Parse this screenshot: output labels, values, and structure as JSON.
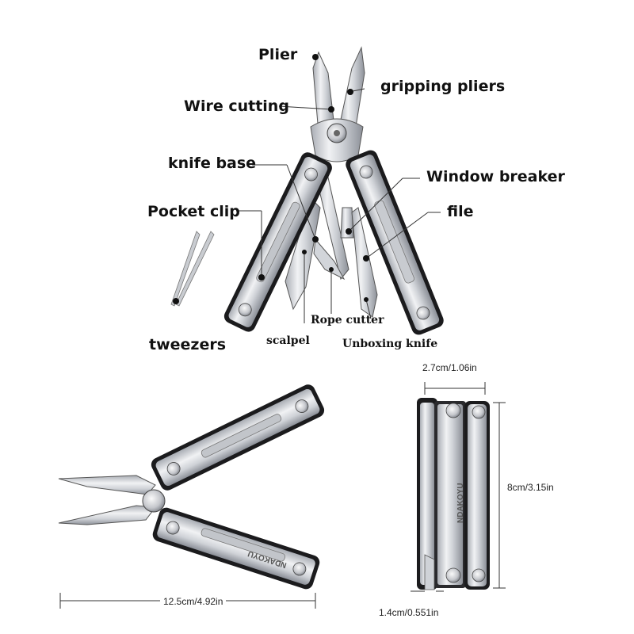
{
  "colors": {
    "steel_light": "#e6e7ea",
    "steel_mid": "#b9bcc2",
    "steel_dark": "#7c8088",
    "frame": "#1b1b1d",
    "leader": "#333333"
  },
  "labels": {
    "plier": "Plier",
    "gripping_pliers": "gripping pliers",
    "wire_cutting": "Wire cutting",
    "knife_base": "knife base",
    "window_breaker": "Window breaker",
    "pocket_clip": "Pocket clip",
    "file": "file",
    "rope_cutter": "Rope cutter",
    "tweezers": "tweezers",
    "scalpel": "scalpel",
    "unboxing_knife": "Unboxing knife"
  },
  "dimensions": {
    "width": "2.7cm/1.06in",
    "height": "8cm/3.15in",
    "length": "12.5cm/4.92in",
    "thickness": "1.4cm/0.551in"
  },
  "brand": "NDAKOYU"
}
